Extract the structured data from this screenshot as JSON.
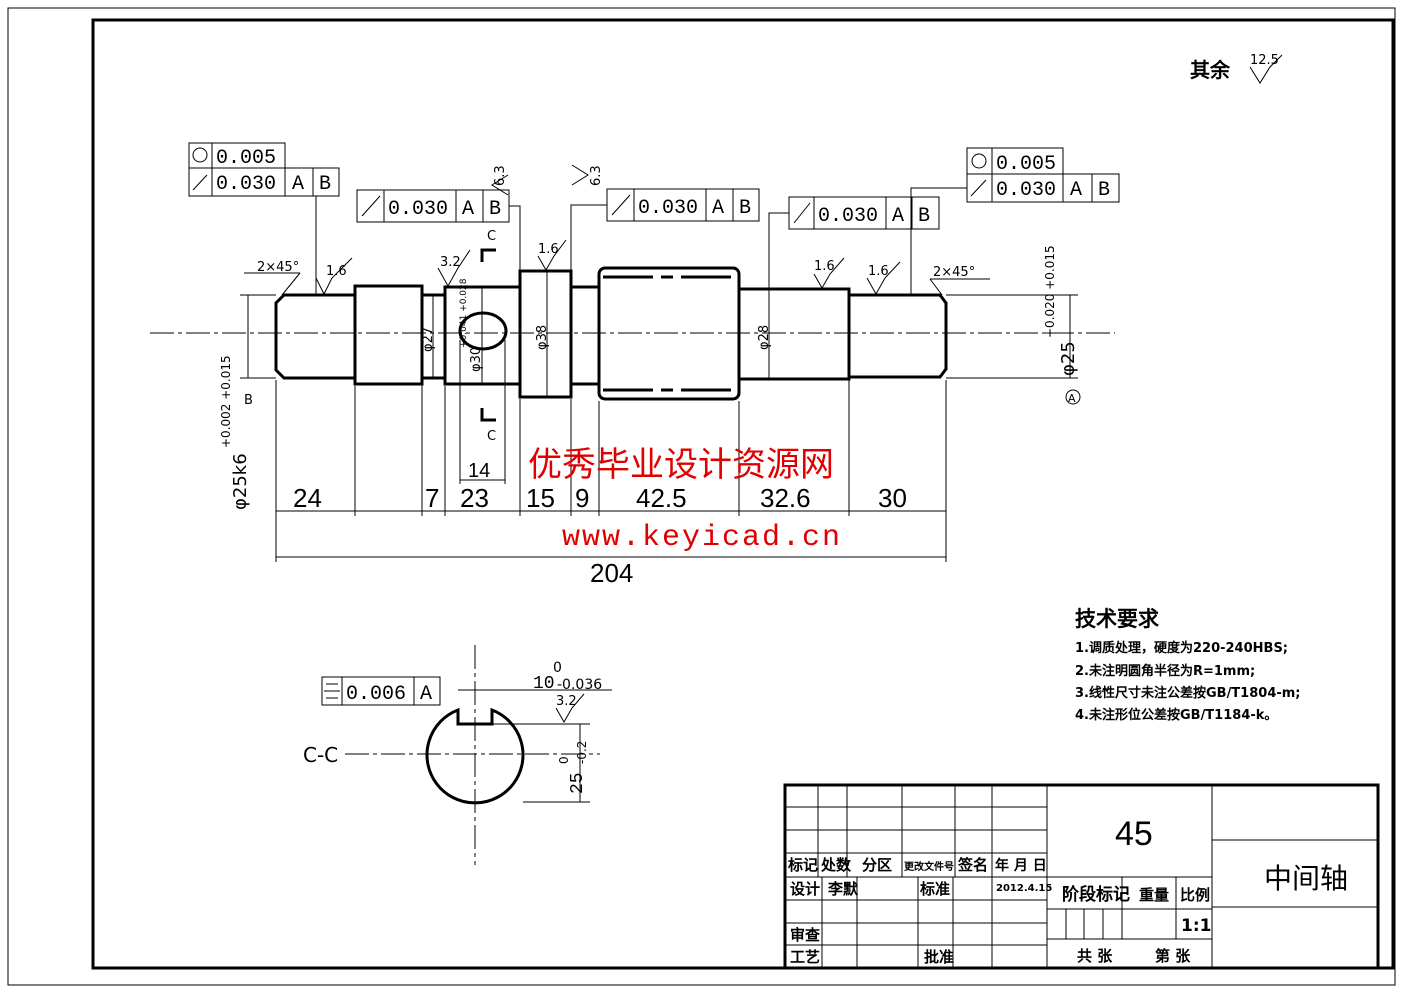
{
  "roughness_default": {
    "label": "其余",
    "value": "12.5"
  },
  "fcf": {
    "left_top": {
      "circ": "0.005",
      "runout": "0.030",
      "datum1": "A",
      "datum2": "B"
    },
    "mid1": {
      "runout": "0.030",
      "datum1": "A",
      "datum2": "B"
    },
    "mid2": {
      "runout": "0.030",
      "datum1": "A",
      "datum2": "B"
    },
    "mid3": {
      "runout": "0.030",
      "datum1": "A",
      "datum2": "B"
    },
    "right_top": {
      "circ": "0.005",
      "runout": "0.030",
      "datum1": "A",
      "datum2": "B"
    },
    "section": {
      "sym": "0.006",
      "datum": "A"
    }
  },
  "roughness": [
    "6.3",
    "6.3",
    "1.6",
    "3.2",
    "1.6",
    "1.6",
    "1.6",
    "3.2"
  ],
  "chamfers": [
    "2×45°",
    "2×45°"
  ],
  "section_marks": {
    "top": "C",
    "bottom": "C",
    "view": "C-C"
  },
  "diameters": {
    "d27": "φ27",
    "d30": "φ30",
    "d30_tol": "+0.041 +0.028",
    "d38": "φ38",
    "d28": "φ28",
    "left": "φ25k6",
    "left_tol": "+0.002 +0.015",
    "right": "φ25",
    "right_tol": "+0.020 +0.015"
  },
  "datums": {
    "left": "B",
    "right": "A"
  },
  "lengths": [
    "24",
    "7",
    "23",
    "15",
    "9",
    "42.5",
    "32.6",
    "30",
    "14"
  ],
  "total_length": "204",
  "section_dims": {
    "width": "10",
    "width_tol_upper": "0",
    "width_tol_lower": "-0.036",
    "depth": "25",
    "depth_tol_upper": "0",
    "depth_tol_lower": "-0.2"
  },
  "watermark": {
    "line1": "优秀毕业设计资源网",
    "line2": "www.keyicad.cn"
  },
  "tech_req": {
    "title": "技术要求",
    "items": [
      "1.调质处理，硬度为220-240HBS;",
      "2.未注明圆角半径为R=1mm;",
      "3.线性尺寸未注公差按GB/T1804-m;",
      "4.未注形位公差按GB/T1184-k。"
    ]
  },
  "title_block": {
    "material": "45",
    "part_name": "中间轴",
    "headers": [
      "标记",
      "处数",
      "分区",
      "更改文件号",
      "签名",
      "年 月 日"
    ],
    "design_label": "设计",
    "designer": "李默",
    "standard_label": "标准",
    "date": "2012.4.15",
    "stage_label": "阶段标记",
    "weight_label": "重量",
    "scale_label": "比例",
    "scale": "1:1",
    "review_label": "审查",
    "process_label": "工艺",
    "approve_label": "批准",
    "total_sheets": "共 张",
    "sheet_no": "第 张"
  }
}
